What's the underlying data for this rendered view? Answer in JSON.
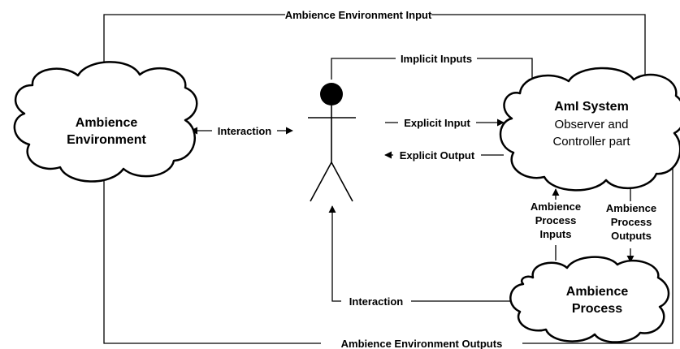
{
  "nodes": {
    "ambience_environment": {
      "line1": "Ambience",
      "line2": "Environment"
    },
    "aml_system": {
      "title": "AmI System",
      "line2": "Observer and",
      "line3": "Controller part"
    },
    "ambience_process": {
      "line1": "Ambience",
      "line2": "Process"
    }
  },
  "edges": {
    "env_input": "Ambience Environment Input",
    "implicit_inputs": "Implicit Inputs",
    "explicit_input": "Explicit Input",
    "explicit_output": "Explicit Output",
    "interaction_top": "Interaction",
    "interaction_bottom": "Interaction",
    "process_inputs": [
      "Ambience",
      "Process",
      "Inputs"
    ],
    "process_outputs": [
      "Ambience",
      "Process",
      "Outputs"
    ],
    "env_outputs": "Ambience Environment Outputs"
  }
}
